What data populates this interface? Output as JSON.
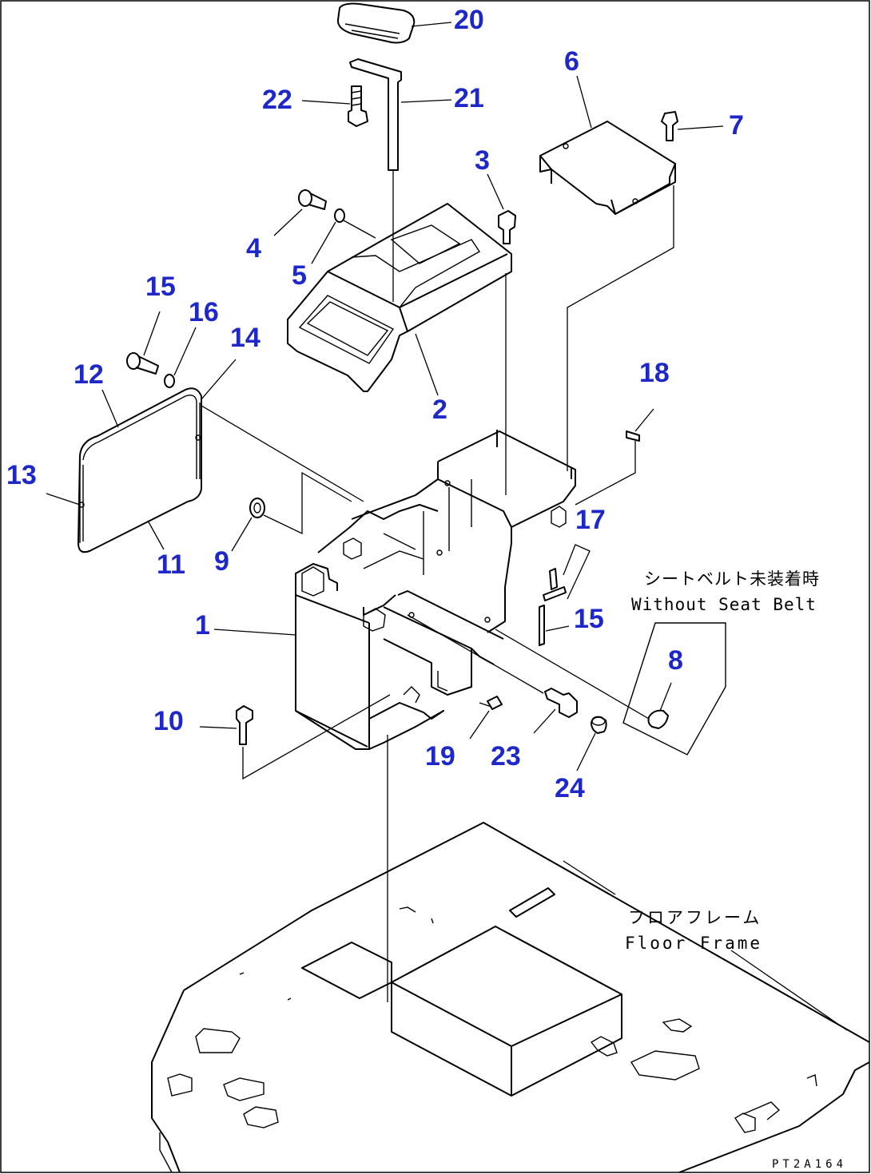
{
  "drawing_code": "PT2A164",
  "notes": {
    "seat_belt_jp": "シートベルト未装着時",
    "seat_belt_en": "Without Seat Belt",
    "floor_frame_jp": "フロアフレーム",
    "floor_frame_en": "Floor Frame"
  },
  "callouts": {
    "c1": "1",
    "c2": "2",
    "c3": "3",
    "c4": "4",
    "c5": "5",
    "c6": "6",
    "c7": "7",
    "c8": "8",
    "c9": "9",
    "c10": "10",
    "c11": "11",
    "c12": "12",
    "c13": "13",
    "c14": "14",
    "c15a": "15",
    "c15b": "15",
    "c16": "16",
    "c17": "17",
    "c18": "18",
    "c19": "19",
    "c20": "20",
    "c21": "21",
    "c22": "22",
    "c23": "23",
    "c24": "24"
  },
  "colors": {
    "callout": "#1e28c8",
    "line": "#000000",
    "background": "#ffffff"
  }
}
